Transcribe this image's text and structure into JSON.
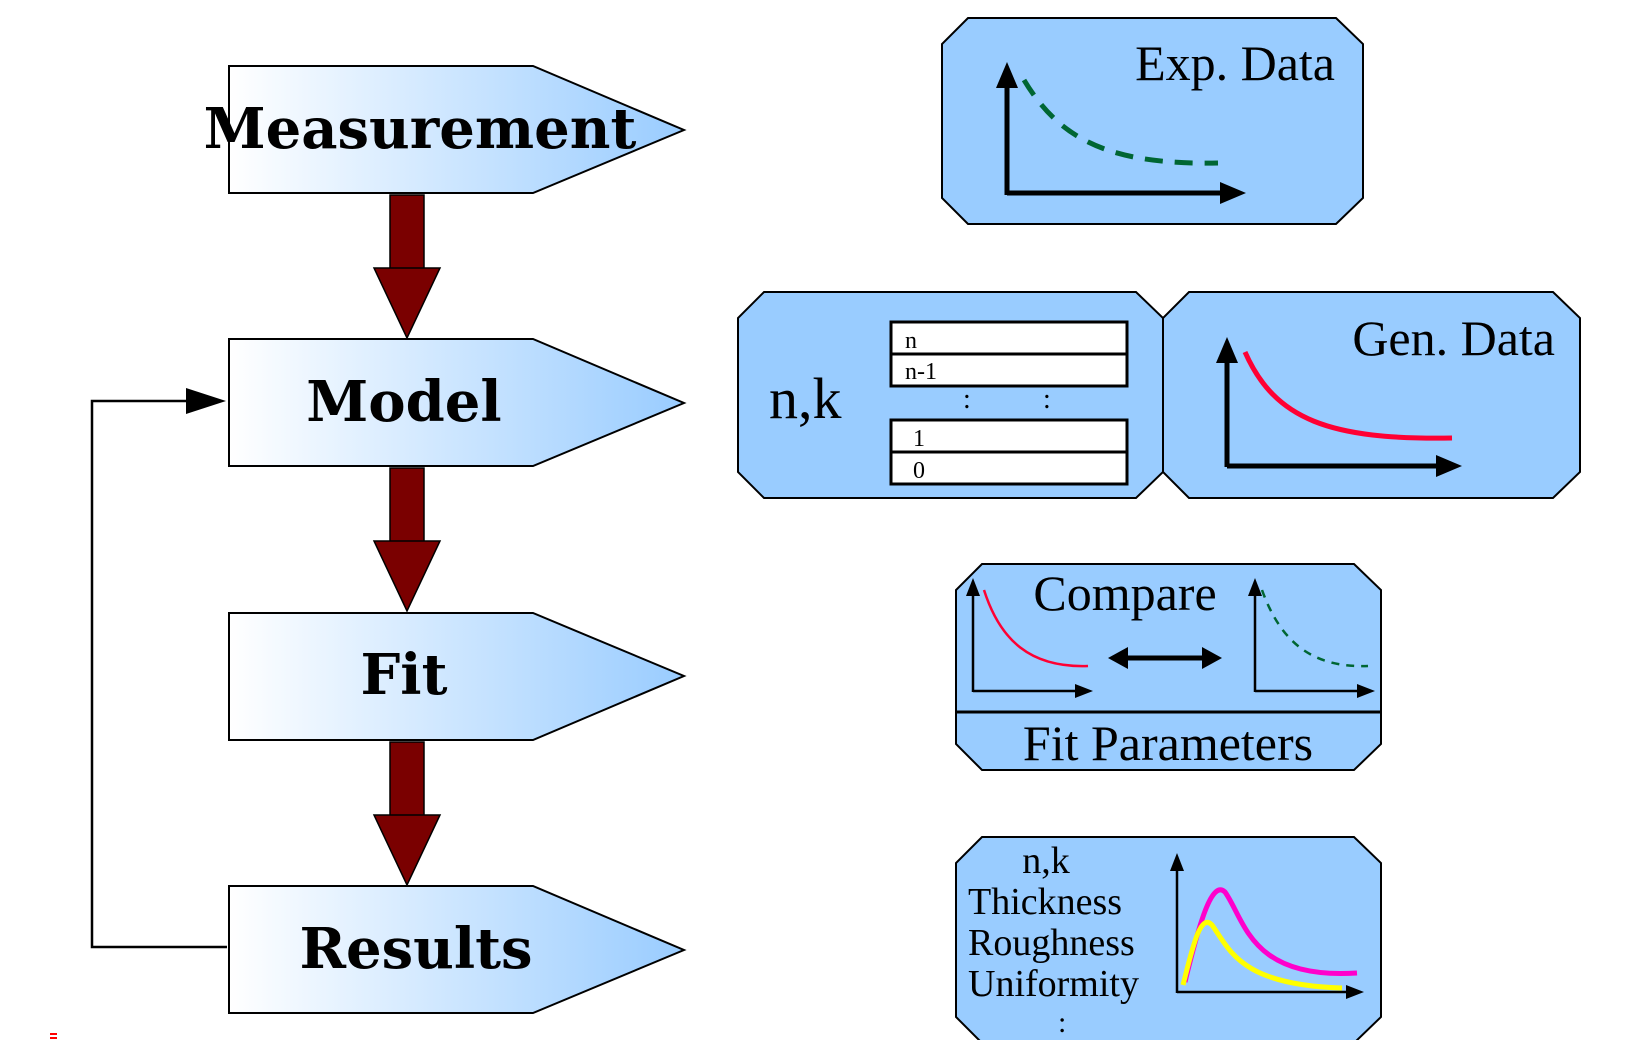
{
  "flow_steps": [
    {
      "label": "Measurement"
    },
    {
      "label": "Model"
    },
    {
      "label": "Fit"
    },
    {
      "label": "Results"
    }
  ],
  "panels": {
    "exp_data": {
      "title": "Exp. Data"
    },
    "model": {
      "label": "n,k",
      "layers": [
        "n",
        "n-1",
        "1",
        "0"
      ],
      "ellipsis": ":"
    },
    "gen_data": {
      "title": "Gen. Data"
    },
    "compare": {
      "title": "Compare",
      "footer": "Fit Parameters"
    },
    "results": {
      "params": [
        "n,k",
        "Thickness",
        "Roughness",
        "Uniformity"
      ],
      "ellipsis": ":"
    }
  },
  "colors": {
    "box_fill": "#99ccff",
    "arrow_fill": "#7a0000",
    "exp_curve": "#006633",
    "gen_curve": "#ff0033",
    "results_magenta": "#ff00cc",
    "results_yellow": "#ffff00",
    "chevron_light": "#ffffff",
    "chevron_dark": "#99ccff"
  }
}
